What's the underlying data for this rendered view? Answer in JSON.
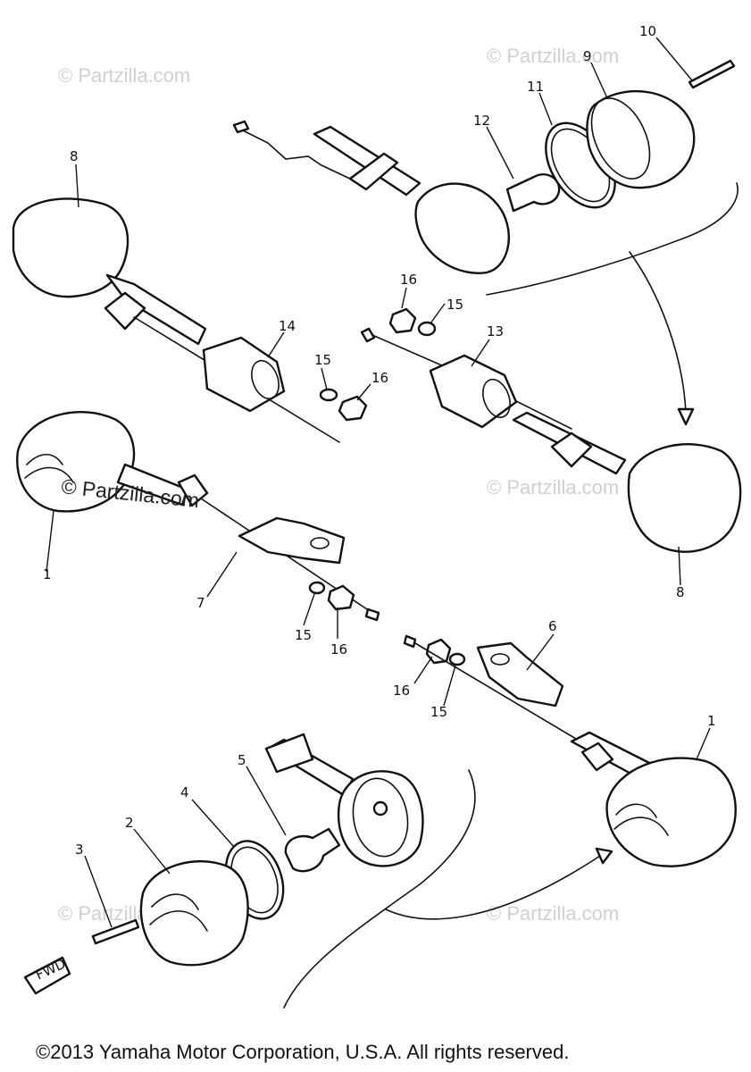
{
  "watermark": "© Partzilla.com",
  "watermark_primary": "© Partzilla.com",
  "fwd_label": "FWD",
  "copyright": "©2013  Yamaha Motor Corporation, U.S.A. All rights reserved.",
  "callouts": {
    "n1a": "1",
    "n1b": "1",
    "n2": "2",
    "n3": "3",
    "n4": "4",
    "n5": "5",
    "n6": "6",
    "n7": "7",
    "n8a": "8",
    "n8b": "8",
    "n9": "9",
    "n10": "10",
    "n11": "11",
    "n12": "12",
    "n13": "13",
    "n14": "14",
    "n15a": "15",
    "n15b": "15",
    "n15c": "15",
    "n15d": "15",
    "n16a": "16",
    "n16b": "16",
    "n16c": "16",
    "n16d": "16"
  }
}
